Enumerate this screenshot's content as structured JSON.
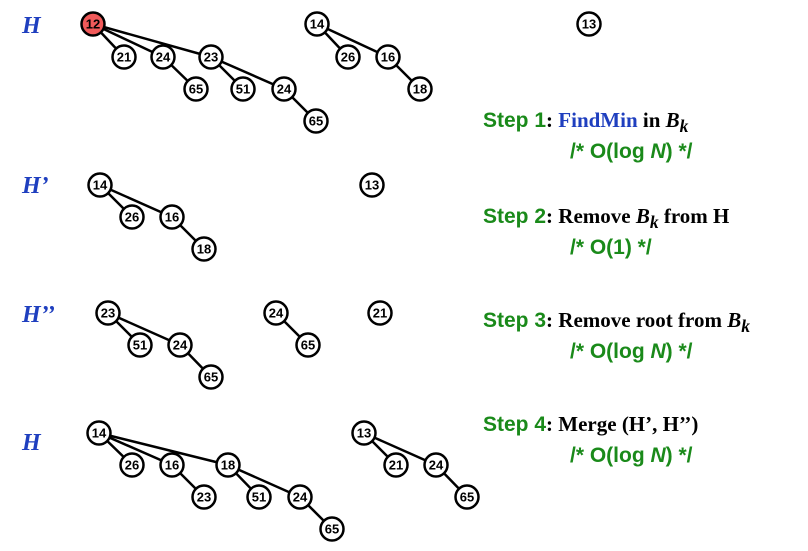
{
  "labels": {
    "h1": "H",
    "h2": "H’",
    "h3": "H’’",
    "h4": "H"
  },
  "steps": [
    {
      "key": "Step 1",
      "desc_prefix": "",
      "desc_fn": "FindMin",
      "desc_mid": " in ",
      "desc_var": "B",
      "desc_sub": "k",
      "desc_suffix": "",
      "cost_pre": "/* O(log ",
      "cost_var": "N",
      "cost_post": ") */"
    },
    {
      "key": "Step 2",
      "desc_prefix": "Remove ",
      "desc_fn": "",
      "desc_mid": "",
      "desc_var": "B",
      "desc_sub": "k",
      "desc_suffix": " from H",
      "cost_pre": "/* O(1) */",
      "cost_var": "",
      "cost_post": ""
    },
    {
      "key": "Step 3",
      "desc_prefix": "Remove root from ",
      "desc_fn": "",
      "desc_mid": "",
      "desc_var": "B",
      "desc_sub": "k",
      "desc_suffix": "",
      "cost_pre": "/* O(log ",
      "cost_var": "N",
      "cost_post": ") */"
    },
    {
      "key": "Step 4",
      "desc_prefix": "Merge (H’, H’’)",
      "desc_fn": "",
      "desc_mid": "",
      "desc_var": "",
      "desc_sub": "",
      "desc_suffix": "",
      "cost_pre": "/* O(log ",
      "cost_var": "N",
      "cost_post": ") */"
    }
  ],
  "highlight_color": "#f15a5a",
  "trees": [
    {
      "id": "H-B3",
      "nodes": [
        "12",
        "21",
        "24",
        "23",
        "65",
        "51",
        "24",
        "65"
      ],
      "highlight": "12"
    },
    {
      "id": "H-B2",
      "nodes": [
        "14",
        "26",
        "16",
        "18"
      ]
    },
    {
      "id": "H-B0",
      "nodes": [
        "13"
      ]
    },
    {
      "id": "H1-B2",
      "nodes": [
        "14",
        "26",
        "16",
        "18"
      ]
    },
    {
      "id": "H1-B0",
      "nodes": [
        "13"
      ]
    },
    {
      "id": "H2-B2",
      "nodes": [
        "23",
        "51",
        "24",
        "65"
      ]
    },
    {
      "id": "H2-B1",
      "nodes": [
        "24",
        "65"
      ]
    },
    {
      "id": "H2-B0",
      "nodes": [
        "21"
      ]
    },
    {
      "id": "H3-B3",
      "nodes": [
        "14",
        "26",
        "16",
        "18",
        "23",
        "51",
        "24",
        "65"
      ]
    },
    {
      "id": "H3-B2",
      "nodes": [
        "13",
        "21",
        "24",
        "65"
      ]
    }
  ]
}
